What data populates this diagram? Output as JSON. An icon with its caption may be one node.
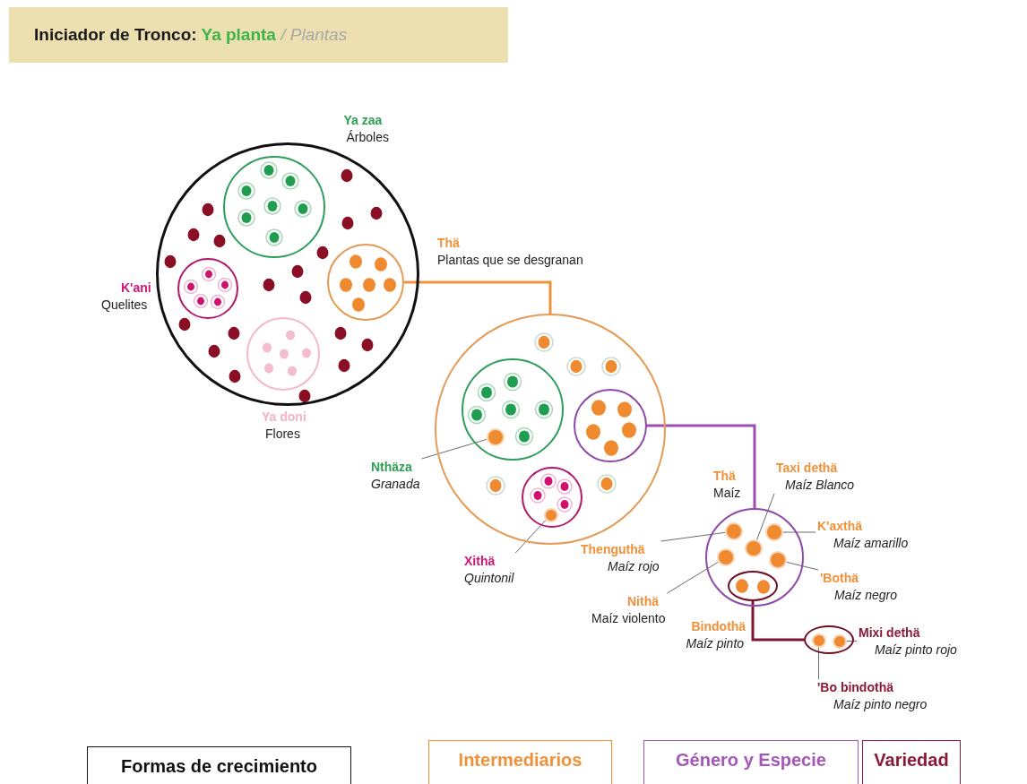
{
  "diagram": {
    "title": "Iniciador de Tronco: Ya planta / Plantas",
    "nodes": [
      {
        "text": [],
        "shape": "circle"
      },
      {
        "text": [
          "Ya zaa",
          "Árboles"
        ],
        "in": 0
      },
      {
        "text": [
          "K'ani",
          "Quelites"
        ],
        "in": 0
      },
      {
        "text": [
          "Ya doni",
          "Flores"
        ],
        "in": 0
      },
      {
        "text": [
          "Thä",
          "Plantas que se desgranan"
        ],
        "in": 0
      },
      {
        "text": [],
        "shape": "circle"
      },
      {
        "text": [],
        "shape": "circle",
        "in": 5
      },
      {
        "text": [],
        "shape": "circle",
        "in": 6
      },
      {
        "text": [
          "Nthäza",
          "Granada"
        ]
      },
      {
        "text": [],
        "shape": "circle",
        "in": 5
      },
      {
        "text": [],
        "shape": "circle",
        "in": 9
      },
      {
        "text": [
          "Xithä",
          "Quintonil"
        ]
      },
      {
        "text": [],
        "shape": "circle",
        "in": 5
      },
      {
        "text": [
          "Thä",
          "Maíz"
        ]
      },
      {
        "text": [],
        "shape": "circle",
        "in": 13
      },
      {
        "text": [],
        "shape": "circle",
        "in": 13
      },
      {
        "text": [],
        "shape": "circle",
        "in": 13
      },
      {
        "text": [],
        "shape": "circle",
        "in": 13
      },
      {
        "text": [],
        "shape": "circle",
        "in": 13
      },
      {
        "text": [
          "Bindothä",
          "Maíz pinto"
        ],
        "in": 13
      },
      {
        "text": [],
        "shape": "ellipse"
      },
      {
        "text": [],
        "shape": "circle",
        "in": 20
      },
      {
        "text": [],
        "shape": "circle",
        "in": 20
      },
      {
        "text": [
          "Taxi dethä",
          "Maíz Blanco"
        ]
      },
      {
        "text": [
          "K'axthä",
          "Maíz amarillo"
        ]
      },
      {
        "text": [
          "Thenguthä",
          "Maíz rojo"
        ]
      },
      {
        "text": [
          "'Bothä",
          "Maíz negro"
        ]
      },
      {
        "text": [
          "Nithä",
          "Maíz violento"
        ]
      },
      {
        "text": [
          "Mixi dethä",
          "Maíz pinto rojo"
        ]
      },
      {
        "text": [
          "'Bo bindothä",
          "Maíz pinto negro"
        ]
      }
    ],
    "edges": [
      {
        "from": 4,
        "to": 5,
        "arrow": "none",
        "style": "thick",
        "color": "#f0913a"
      },
      {
        "from": 12,
        "to": 13,
        "arrow": "none",
        "style": "thick",
        "color": "#9b4fb0"
      },
      {
        "from": 19,
        "to": 20,
        "arrow": "none",
        "style": "thick",
        "color": "#7d1630"
      },
      {
        "from": 8,
        "to": 7,
        "arrow": "none"
      },
      {
        "from": 11,
        "to": 10,
        "arrow": "none"
      },
      {
        "from": 23,
        "to": 16,
        "arrow": "none"
      },
      {
        "from": 24,
        "to": 15,
        "arrow": "none"
      },
      {
        "from": 25,
        "to": 14,
        "arrow": "none"
      },
      {
        "from": 26,
        "to": 18,
        "arrow": "none"
      },
      {
        "from": 27,
        "to": 17,
        "arrow": "none"
      },
      {
        "from": 28,
        "to": 22,
        "arrow": "none"
      },
      {
        "from": 29,
        "to": 21,
        "arrow": "none"
      }
    ],
    "legend": [
      {
        "text": "Formas de crecimiento",
        "color": "#111111"
      },
      {
        "text": "Intermediarios",
        "color": "#f0913a"
      },
      {
        "text": "Género y Especie",
        "color": "#a457b8"
      },
      {
        "text": "Variedad",
        "color": "#8b1a35"
      }
    ]
  }
}
